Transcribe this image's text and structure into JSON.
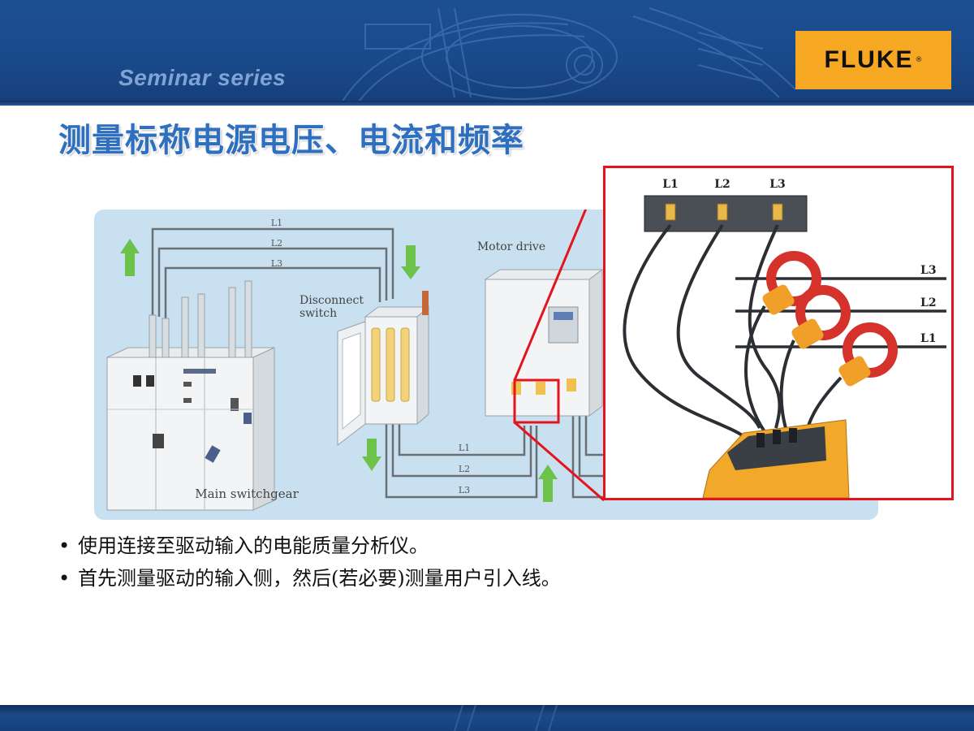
{
  "header": {
    "series_label": "Seminar series",
    "brand": "FLUKE",
    "brand_mark": "®"
  },
  "title": "测量标称电源电压、电流和频率",
  "diagram": {
    "main_switchgear_label": "Main switchgear",
    "disconnect_label_line1": "Disconnect",
    "disconnect_label_line2": "switch",
    "motor_drive_label": "Motor drive",
    "top_lines": [
      "L1",
      "L2",
      "L3"
    ],
    "bottom_lines": [
      "L1",
      "L2",
      "L3"
    ]
  },
  "inset": {
    "top_labels": [
      "L1",
      "L2",
      "L3"
    ],
    "right_labels": [
      "L3",
      "L2",
      "L1"
    ]
  },
  "bullets": [
    "使用连接至驱动输入的电能质量分析仪。",
    "首先测量驱动的输入侧，然后(若必要)测量用户引入线。"
  ],
  "colors": {
    "header_blue": "#1a4a8c",
    "brand_yellow": "#f7a823",
    "title_blue": "#2f6fc0",
    "highlight_red": "#e3141c",
    "diagram_bg": "#c8e0ef",
    "arrow_green": "#6cc24a"
  }
}
